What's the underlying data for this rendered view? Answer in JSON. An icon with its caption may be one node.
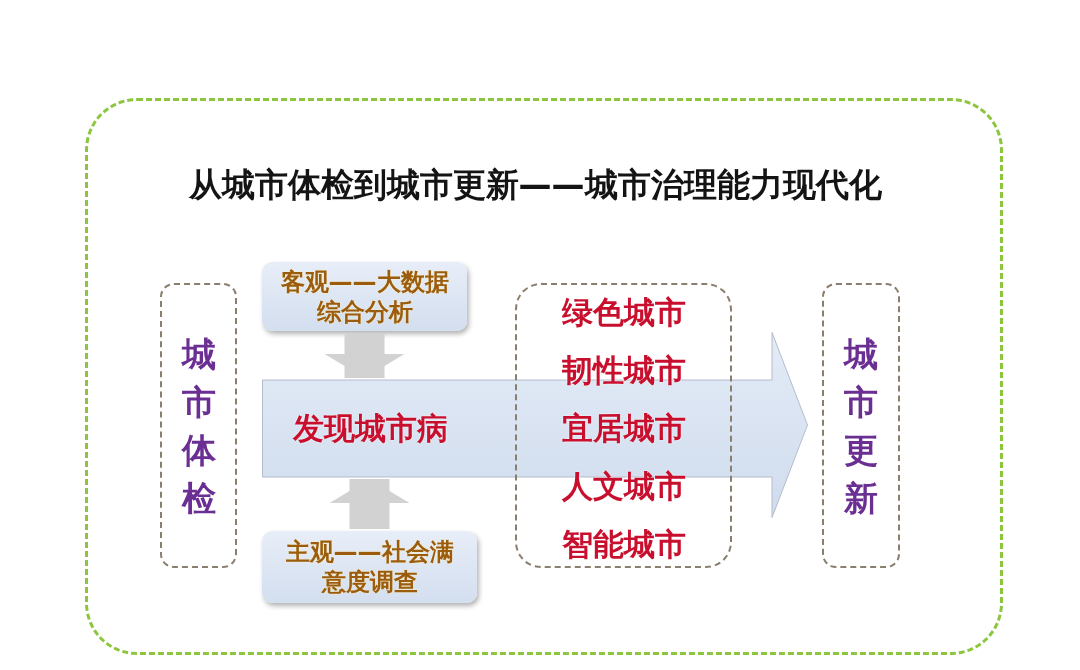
{
  "diagram": {
    "nodes": [
      {
        "text": [
          "从城市体检到城市更新——城市治理能力现代化"
        ]
      },
      {
        "text": [
          "城市体检"
        ],
        "in": 0
      },
      {
        "text": [
          "客观——大数据综合分析"
        ],
        "in": 0
      },
      {
        "text": [
          "发现城市病"
        ],
        "in": 0
      },
      {
        "text": [
          "绿色城市",
          "韧性城市",
          "宜居城市",
          "人文城市",
          "智能城市"
        ],
        "in": 0
      },
      {
        "text": [
          "主观——社会满意度调查"
        ],
        "in": 0
      },
      {
        "text": [
          "城市更新"
        ],
        "in": 0
      }
    ],
    "edges": [
      {
        "from": 2,
        "to": 3,
        "arrow": "to"
      },
      {
        "from": 5,
        "to": 3,
        "arrow": "to"
      }
    ]
  }
}
